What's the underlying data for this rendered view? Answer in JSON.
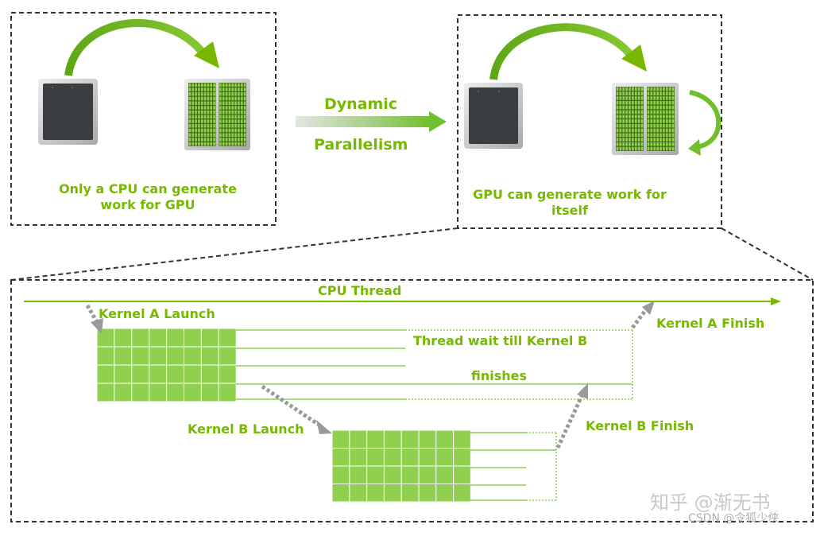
{
  "top_left_box": {
    "caption": "Only a CPU can generate work for GPU"
  },
  "middle_arrow": {
    "line1": "Dynamic",
    "line2": "Parallelism"
  },
  "top_right_box": {
    "caption": "GPU can generate work for itself"
  },
  "timeline": {
    "cpu_thread_label": "CPU Thread",
    "kernel_a_launch": "Kernel A Launch",
    "kernel_a_finish": "Kernel A Finish",
    "thread_wait_line1": "Thread wait till Kernel B",
    "thread_wait_line2": "finishes",
    "kernel_b_launch": "Kernel B Launch",
    "kernel_b_finish": "Kernel B Finish"
  },
  "watermark": {
    "line1": "知乎 @渐无书",
    "line2": "CSDN @令狐少侠"
  },
  "colors": {
    "accent": "#76b900",
    "grid_fill": "#8fd14f",
    "chip_dark": "#3a3d42",
    "dashed_border": "#333333",
    "dotted_arrow": "#9a9a9a"
  },
  "icons": [
    "cpu-chip-icon",
    "gpu-chip-icon",
    "curved-arrow-icon",
    "self-loop-arrow-icon",
    "gradient-arrow-icon",
    "dotted-arrow-icon"
  ]
}
